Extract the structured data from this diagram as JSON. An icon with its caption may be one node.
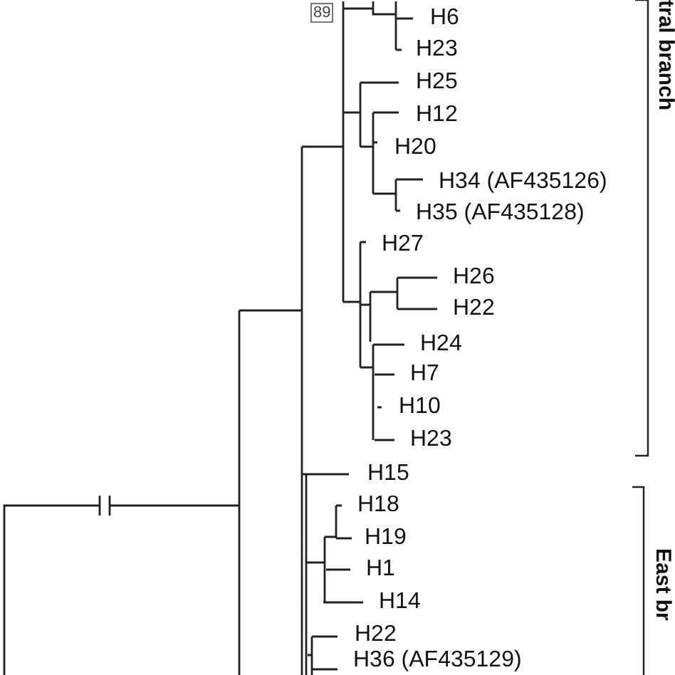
{
  "diagram": {
    "labels": [
      "89",
      "H6",
      "H23",
      "H25",
      "H12",
      "H20",
      "H34 (AF435126)",
      "H35 (AF435128)",
      "H27",
      "H26",
      "H22",
      "H24",
      "H7",
      "H10",
      "H23",
      "H15",
      "H18",
      "H19",
      "H1",
      "H14",
      "H22",
      "H36 (AF435129)",
      "tral branch",
      "East br"
    ]
  }
}
